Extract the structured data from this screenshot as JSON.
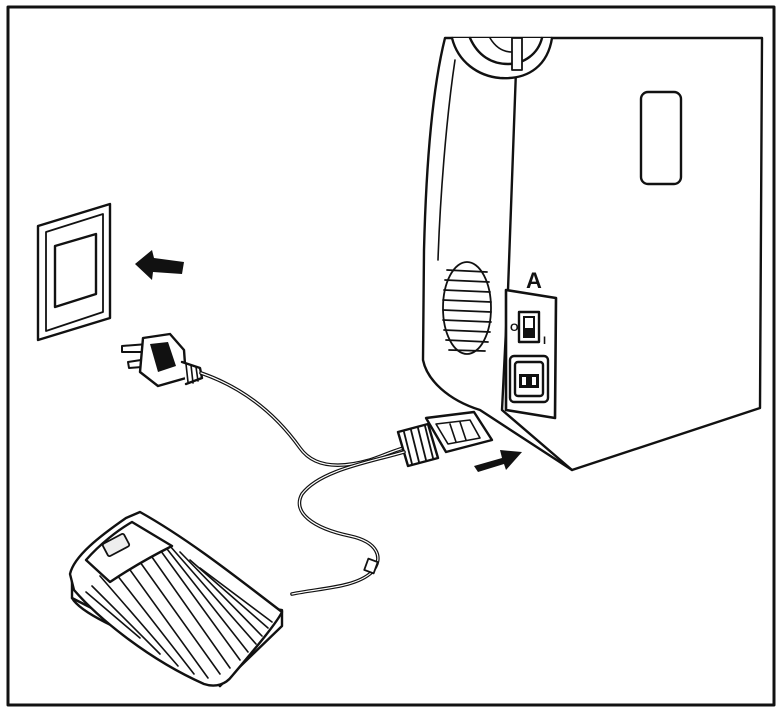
{
  "labels": {
    "switch_callout": "A",
    "switch_off_mark": "O",
    "switch_on_mark": "I"
  },
  "colors": {
    "ink": "#111111",
    "paper": "#ffffff",
    "fill_gray": "#eeeeee"
  },
  "icons": {
    "arrow_to_outlet": "arrow-left-icon",
    "arrow_to_machine": "arrow-right-icon"
  }
}
